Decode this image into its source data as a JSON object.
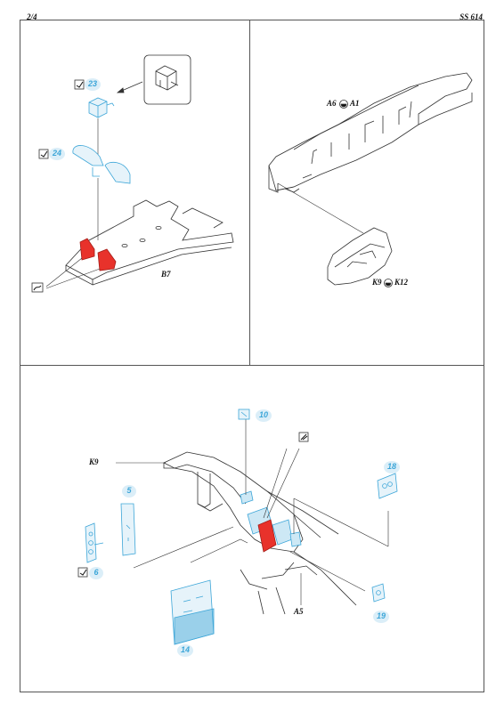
{
  "header": {
    "page": "2/4",
    "set_code": "SS 614"
  },
  "panel_top_left": {
    "steps": [
      {
        "number": "23",
        "icon": "bend-icon"
      },
      {
        "number": "24",
        "icon": "bend-icon"
      }
    ],
    "part_label": "B7",
    "colors": {
      "red": "#e8322b",
      "blue": "#3da6d8"
    }
  },
  "panel_top_right": {
    "label_upper": {
      "left": "A6",
      "right": "A1",
      "icon": "glue-icon"
    },
    "label_lower": {
      "left": "K9",
      "right": "K12",
      "icon": "glue-icon"
    }
  },
  "panel_bottom": {
    "labels": {
      "k9": "K9",
      "a5": "A5"
    },
    "steps": [
      {
        "number": "5"
      },
      {
        "number": "6",
        "icon": "bend-icon"
      },
      {
        "number": "10"
      },
      {
        "number": "14"
      },
      {
        "number": "18"
      },
      {
        "number": "19"
      }
    ]
  }
}
